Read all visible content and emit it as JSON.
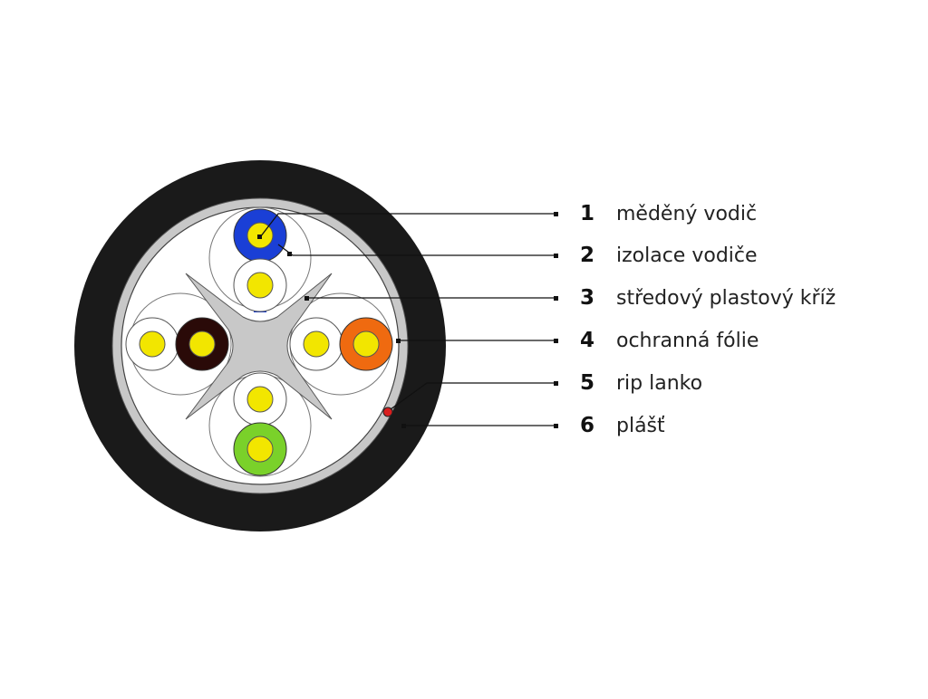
{
  "legend": [
    {
      "number": "1",
      "label": "měděný vodič"
    },
    {
      "number": "2",
      "label": "izolace vodiče"
    },
    {
      "number": "3",
      "label": "středový plastový kříž"
    },
    {
      "number": "4",
      "label": "ochranná fólie"
    },
    {
      "number": "5",
      "label": "rip lanko"
    },
    {
      "number": "6",
      "label": "plášť"
    }
  ],
  "colors": {
    "jacket": "#1a1a1a",
    "foil": "#c8c8c8",
    "separator_cross": "#c8c8c8",
    "copper_conductor": "#f2e600",
    "pair_blue": "#1a3fd6",
    "pair_brown": "#2a0a08",
    "pair_orange": "#ef6a10",
    "pair_green": "#7ad12a",
    "rip_cord": "#d91e1e"
  }
}
